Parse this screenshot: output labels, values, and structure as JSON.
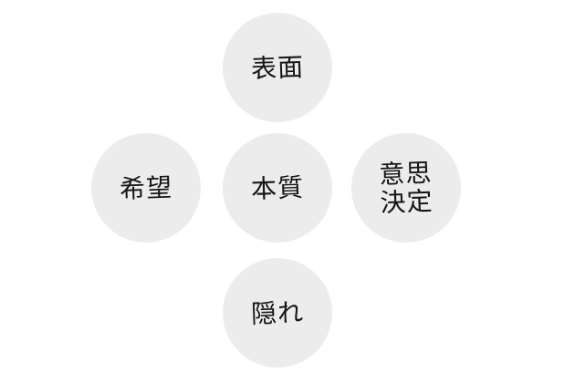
{
  "diagram": {
    "nodes": {
      "top": "表面",
      "left": "希望",
      "center": "本質",
      "right": "意思決定",
      "bottom": "隠れ"
    }
  },
  "colors": {
    "background": "#ffffff",
    "circle_fill": "#ececec",
    "text": "#151515"
  }
}
